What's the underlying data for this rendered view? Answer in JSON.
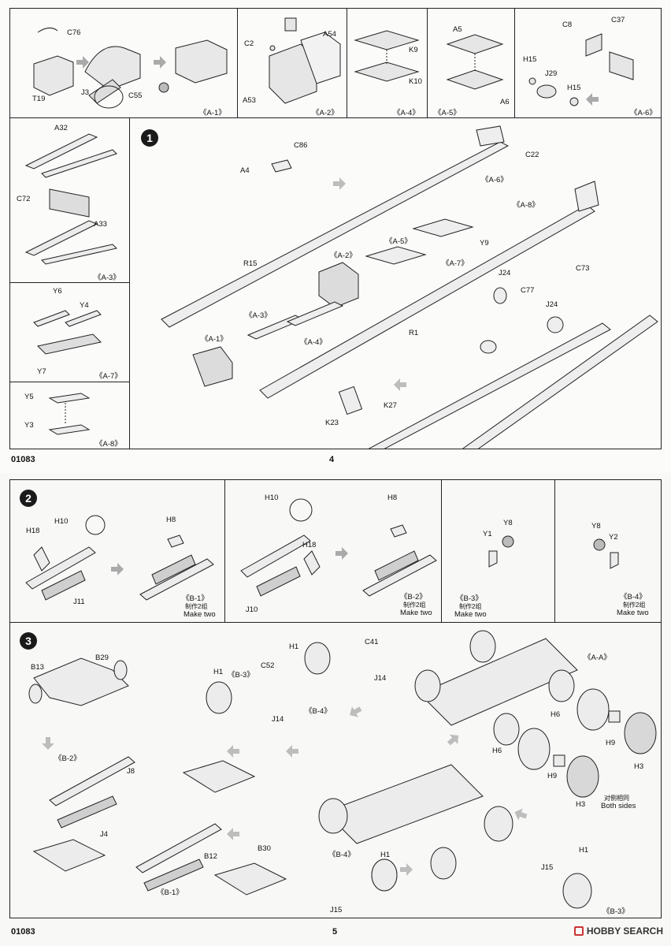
{
  "page4": {
    "code": "01083",
    "page_number": "4",
    "panels": {
      "a1": {
        "labels": {
          "c76": "C76",
          "t19": "T19",
          "j3": "J3",
          "c55": "C55"
        },
        "subassembly": "《A-1》"
      },
      "a2": {
        "labels": {
          "c2": "C2",
          "a54": "A54",
          "a53": "A53"
        },
        "subassembly": "《A-2》"
      },
      "a4": {
        "labels": {
          "k9": "K9",
          "k10": "K10"
        },
        "subassembly": "《A-4》"
      },
      "a5": {
        "labels": {
          "a5": "A5",
          "a6": "A6"
        },
        "subassembly": "《A-5》"
      },
      "a6": {
        "labels": {
          "c8": "C8",
          "c37": "C37",
          "h15a": "H15",
          "j29": "J29",
          "h15b": "H15"
        },
        "subassembly": "《A-6》"
      },
      "a3": {
        "labels": {
          "a32": "A32",
          "c72": "C72",
          "a33": "A33"
        },
        "subassembly": "《A-3》"
      },
      "a7": {
        "labels": {
          "y6": "Y6",
          "y4": "Y4",
          "y7": "Y7"
        },
        "subassembly": "《A-7》"
      },
      "a8": {
        "labels": {
          "y5": "Y5",
          "y3": "Y3"
        },
        "subassembly": "《A-8》"
      }
    },
    "step1": {
      "number": "1",
      "labels": {
        "a4": "A4",
        "c86": "C86",
        "c22": "C22",
        "sa6": "《A-6》",
        "sa8": "《A-8》",
        "sa5": "《A-5》",
        "y9": "Y9",
        "sa2": "《A-2》",
        "sa7": "《A-7》",
        "r15": "R15",
        "j24a": "J24",
        "c73": "C73",
        "c77": "C77",
        "j24b": "J24",
        "sa3": "《A-3》",
        "sa1": "《A-1》",
        "sa4": "《A-4》",
        "r1": "R1",
        "k27": "K27",
        "k23": "K23"
      }
    }
  },
  "page5": {
    "code": "01083",
    "page_number": "5",
    "step2": {
      "number": "2",
      "b1": {
        "labels": {
          "h18": "H18",
          "h10": "H10",
          "j11": "J11",
          "h8": "H8"
        },
        "subassembly": "《B-1》",
        "cn": "制作2组",
        "en": "Make two"
      },
      "b2": {
        "labels": {
          "h10": "H10",
          "h8": "H8",
          "h18": "H18",
          "j10": "J10"
        },
        "subassembly": "《B-2》",
        "cn": "制作2组",
        "en": "Make two"
      },
      "b3": {
        "labels": {
          "y8": "Y8",
          "y1": "Y1"
        },
        "subassembly": "《B-3》",
        "cn": "制作2组",
        "en": "Make two"
      },
      "b4": {
        "labels": {
          "y8": "Y8",
          "y2": "Y2"
        },
        "subassembly": "《B-4》",
        "cn": "制作2组",
        "en": "Make two"
      }
    },
    "step3": {
      "number": "3",
      "labels": {
        "b13": "B13",
        "b29": "B29",
        "h1a": "H1",
        "sb3a": "《B-3》",
        "c52": "C52",
        "j14a": "J14",
        "h1b": "H1",
        "c41": "C41",
        "j14b": "J14",
        "sb4a": "《B-4》",
        "saa": "《A-A》",
        "h6a": "H6",
        "h9a": "H9",
        "h3a": "H3",
        "h6b": "H6",
        "h9b": "H9",
        "h3b": "H3",
        "sb2": "《B-2》",
        "j8": "J8",
        "j4": "J4",
        "sb1": "《B-1》",
        "b12": "B12",
        "b30": "B30",
        "sb4b": "《B-4》",
        "h1c": "H1",
        "j15a": "J15",
        "h1d": "H1",
        "j15b": "J15",
        "sb3b": "《B-3》"
      },
      "both_sides_cn": "对侧相同",
      "both_sides_en": "Both sides"
    },
    "watermark": "HOBBY SEARCH"
  }
}
